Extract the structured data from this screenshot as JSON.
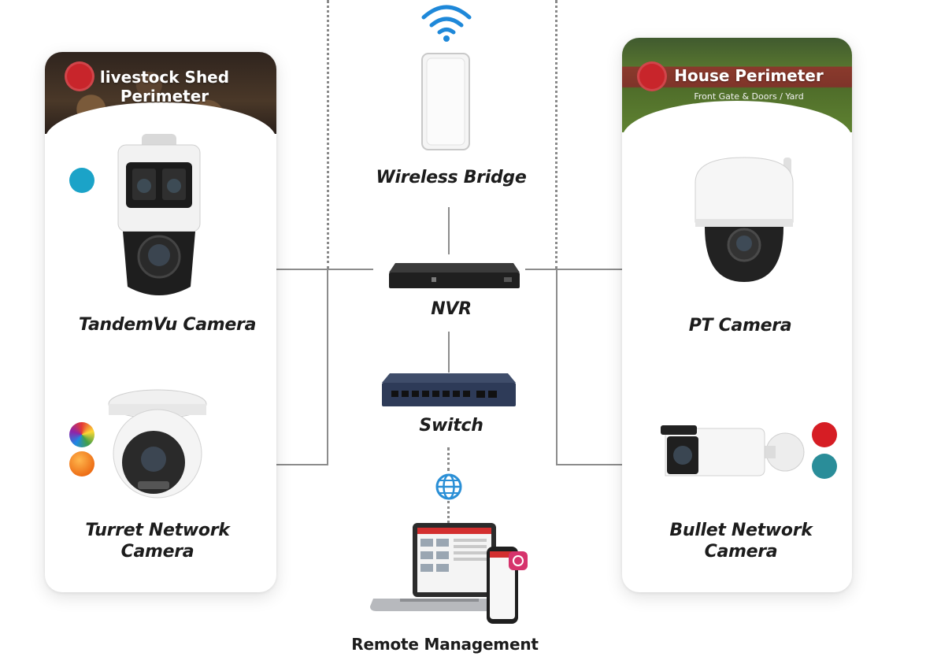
{
  "left_card": {
    "title_line1": "livestock Shed",
    "title_line2": "Perimeter"
  },
  "right_card": {
    "title": "House Perimeter",
    "subtitle": "Front Gate & Doors / Yard"
  },
  "devices": {
    "tandemvu": "TandemVu Camera",
    "turret_line1": "Turret Network",
    "turret_line2": "Camera",
    "pt": "PT Camera",
    "bullet_line1": "Bullet Network",
    "bullet_line2": "Camera"
  },
  "center": {
    "wireless_bridge": "Wireless Bridge",
    "nvr": "NVR",
    "switch": "Switch",
    "remote_management": "Remote Management"
  },
  "icons": {
    "wifi": "wifi-icon",
    "globe": "globe-icon"
  },
  "colors": {
    "accent_red": "#c8252b",
    "teal_dot": "#1ba3c8",
    "teal_dot_right": "#2a8d99",
    "orange_dot": "#f08a1c",
    "wifi_blue": "#1e88d9",
    "globe_blue": "#2a8fd6"
  }
}
